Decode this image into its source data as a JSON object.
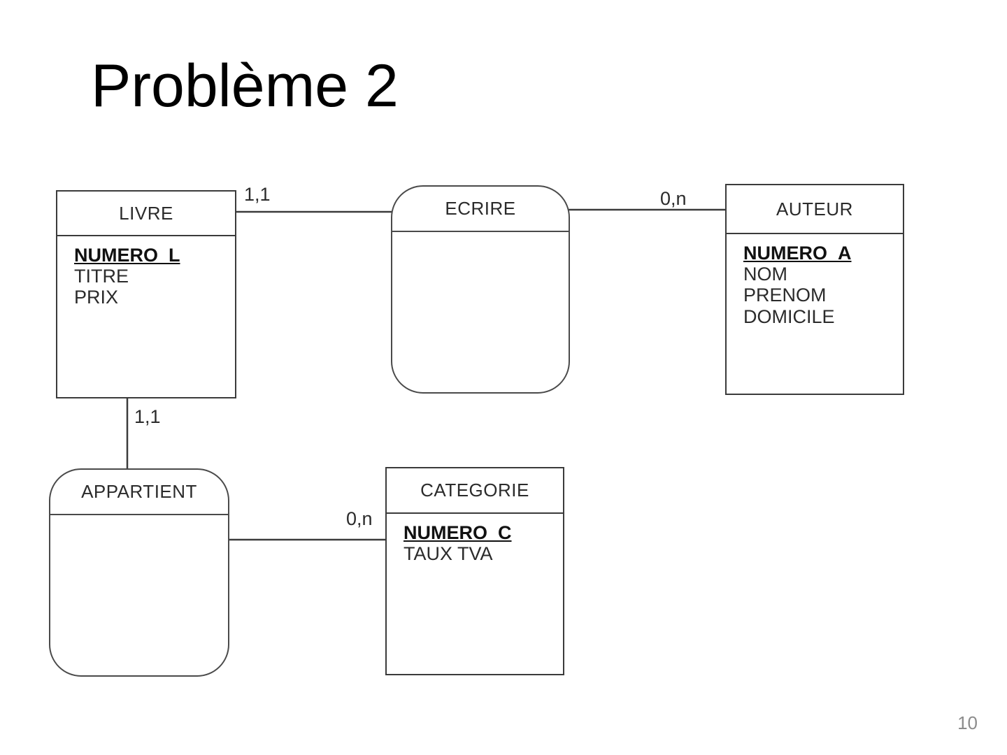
{
  "slide": {
    "title": "Problème 2",
    "page_number": "10",
    "colors": {
      "background": "#ffffff",
      "stroke": "#3b3b3b",
      "text": "#2b2b2b",
      "page_number_text": "#8c8c8c"
    }
  },
  "diagram": {
    "type": "entity-relationship",
    "entities": [
      {
        "name": "LIVRE",
        "attributes": [
          {
            "label": "NUMERO_L",
            "key": true
          },
          {
            "label": "TITRE",
            "key": false
          },
          {
            "label": "PRIX",
            "key": false
          }
        ]
      },
      {
        "name": "AUTEUR",
        "attributes": [
          {
            "label": "NUMERO_A",
            "key": true
          },
          {
            "label": "NOM",
            "key": false
          },
          {
            "label": "PRENOM",
            "key": false
          },
          {
            "label": "DOMICILE",
            "key": false
          }
        ]
      },
      {
        "name": "CATEGORIE",
        "attributes": [
          {
            "label": "NUMERO_C",
            "key": true
          },
          {
            "label": "TAUX TVA",
            "key": false
          }
        ]
      }
    ],
    "relationships": [
      {
        "name": "ECRIRE"
      },
      {
        "name": "APPARTIENT"
      }
    ],
    "links": [
      {
        "from": "LIVRE",
        "to": "ECRIRE",
        "cardinality": "1,1"
      },
      {
        "from": "ECRIRE",
        "to": "AUTEUR",
        "cardinality": "0,n"
      },
      {
        "from": "LIVRE",
        "to": "APPARTIENT",
        "cardinality": "1,1"
      },
      {
        "from": "APPARTIENT",
        "to": "CATEGORIE",
        "cardinality": "0,n"
      }
    ]
  }
}
